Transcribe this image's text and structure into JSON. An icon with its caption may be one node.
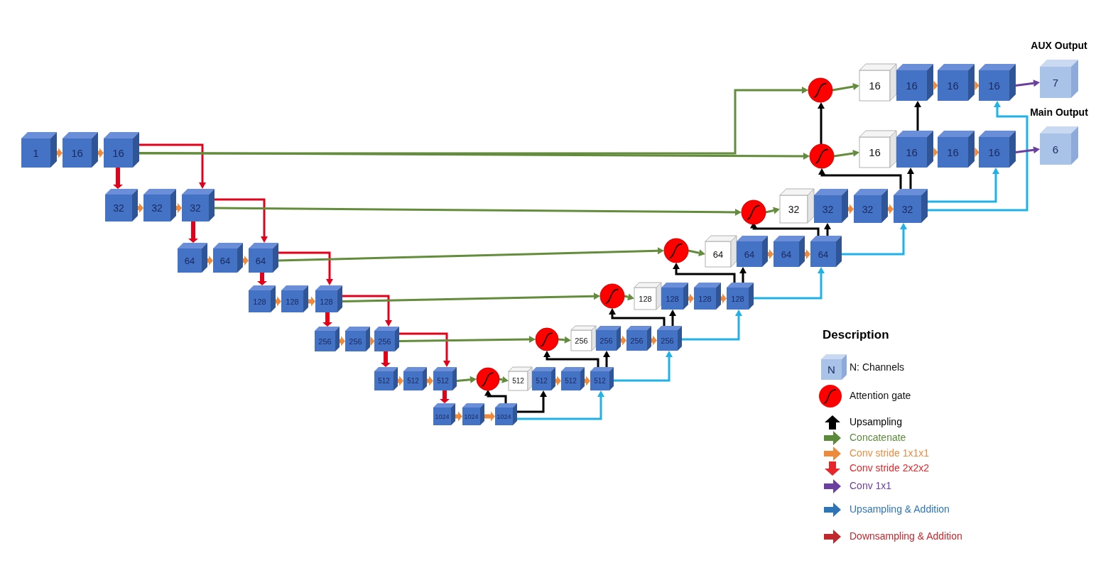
{
  "diagram": {
    "nodes": [
      {
        "text": [
          "1"
        ]
      },
      {
        "text": [
          "16"
        ]
      },
      {
        "text": [
          "16"
        ]
      },
      {
        "text": [
          "32"
        ]
      },
      {
        "text": [
          "32"
        ]
      },
      {
        "text": [
          "32"
        ]
      },
      {
        "text": [
          "64"
        ]
      },
      {
        "text": [
          "64"
        ]
      },
      {
        "text": [
          "64"
        ]
      },
      {
        "text": [
          "128"
        ]
      },
      {
        "text": [
          "128"
        ]
      },
      {
        "text": [
          "128"
        ]
      },
      {
        "text": [
          "256"
        ]
      },
      {
        "text": [
          "256"
        ]
      },
      {
        "text": [
          "256"
        ]
      },
      {
        "text": [
          "512"
        ]
      },
      {
        "text": [
          "512"
        ]
      },
      {
        "text": [
          "512"
        ]
      },
      {
        "text": [
          "1024"
        ]
      },
      {
        "text": [
          "1024"
        ]
      },
      {
        "text": [
          "1024"
        ]
      },
      {
        "text": [],
        "shape": "circle"
      },
      {
        "text": [
          "512"
        ]
      },
      {
        "text": [
          "512"
        ]
      },
      {
        "text": [
          "512"
        ]
      },
      {
        "text": [
          "512"
        ]
      },
      {
        "text": [],
        "shape": "circle"
      },
      {
        "text": [
          "256"
        ]
      },
      {
        "text": [
          "256"
        ]
      },
      {
        "text": [
          "256"
        ]
      },
      {
        "text": [
          "256"
        ]
      },
      {
        "text": [],
        "shape": "circle"
      },
      {
        "text": [
          "128"
        ]
      },
      {
        "text": [
          "128"
        ]
      },
      {
        "text": [
          "128"
        ]
      },
      {
        "text": [
          "128"
        ]
      },
      {
        "text": [],
        "shape": "circle"
      },
      {
        "text": [
          "64"
        ]
      },
      {
        "text": [
          "64"
        ]
      },
      {
        "text": [
          "64"
        ]
      },
      {
        "text": [
          "64"
        ]
      },
      {
        "text": [],
        "shape": "circle"
      },
      {
        "text": [
          "32"
        ]
      },
      {
        "text": [
          "32"
        ]
      },
      {
        "text": [
          "32"
        ]
      },
      {
        "text": [
          "32"
        ]
      },
      {
        "text": [],
        "shape": "circle"
      },
      {
        "text": [
          "16"
        ]
      },
      {
        "text": [
          "16"
        ]
      },
      {
        "text": [
          "16"
        ]
      },
      {
        "text": [
          "16"
        ]
      },
      {
        "text": [],
        "shape": "circle"
      },
      {
        "text": [
          "16"
        ]
      },
      {
        "text": [
          "16"
        ]
      },
      {
        "text": [
          "16"
        ]
      },
      {
        "text": [
          "16"
        ]
      },
      {
        "text": [
          "7"
        ],
        "beside": [
          "AUX Output"
        ]
      },
      {
        "text": [
          "6"
        ],
        "beside": [
          "Main Output"
        ]
      }
    ],
    "edges": [
      {
        "from": 0,
        "to": 1,
        "arrow": "to",
        "style": "thick"
      },
      {
        "from": 1,
        "to": 2,
        "arrow": "to",
        "style": "thick"
      },
      {
        "from": 3,
        "to": 4,
        "arrow": "to",
        "style": "thick"
      },
      {
        "from": 4,
        "to": 5,
        "arrow": "to",
        "style": "thick"
      },
      {
        "from": 6,
        "to": 7,
        "arrow": "to",
        "style": "thick"
      },
      {
        "from": 7,
        "to": 8,
        "arrow": "to",
        "style": "thick"
      },
      {
        "from": 9,
        "to": 10,
        "arrow": "to",
        "style": "thick"
      },
      {
        "from": 10,
        "to": 11,
        "arrow": "to",
        "style": "thick"
      },
      {
        "from": 12,
        "to": 13,
        "arrow": "to",
        "style": "thick"
      },
      {
        "from": 13,
        "to": 14,
        "arrow": "to",
        "style": "thick"
      },
      {
        "from": 15,
        "to": 16,
        "arrow": "to",
        "style": "thick"
      },
      {
        "from": 16,
        "to": 17,
        "arrow": "to",
        "style": "thick"
      },
      {
        "from": 18,
        "to": 19,
        "arrow": "to",
        "style": "thick"
      },
      {
        "from": 19,
        "to": 20,
        "arrow": "to",
        "style": "thick"
      },
      {
        "from": 23,
        "to": 24,
        "arrow": "to",
        "style": "thick"
      },
      {
        "from": 24,
        "to": 25,
        "arrow": "to",
        "style": "thick"
      },
      {
        "from": 28,
        "to": 29,
        "arrow": "to",
        "style": "thick"
      },
      {
        "from": 29,
        "to": 30,
        "arrow": "to",
        "style": "thick"
      },
      {
        "from": 33,
        "to": 34,
        "arrow": "to",
        "style": "thick"
      },
      {
        "from": 34,
        "to": 35,
        "arrow": "to",
        "style": "thick"
      },
      {
        "from": 38,
        "to": 39,
        "arrow": "to",
        "style": "thick"
      },
      {
        "from": 39,
        "to": 40,
        "arrow": "to",
        "style": "thick"
      },
      {
        "from": 43,
        "to": 44,
        "arrow": "to",
        "style": "thick"
      },
      {
        "from": 44,
        "to": 45,
        "arrow": "to",
        "style": "thick"
      },
      {
        "from": 48,
        "to": 49,
        "arrow": "to",
        "style": "thick"
      },
      {
        "from": 49,
        "to": 50,
        "arrow": "to",
        "style": "thick"
      },
      {
        "from": 53,
        "to": 54,
        "arrow": "to",
        "style": "thick"
      },
      {
        "from": 54,
        "to": 55,
        "arrow": "to",
        "style": "thick"
      },
      {
        "from": 2,
        "to": 3,
        "arrow": "to",
        "style": "thick",
        "color": "#e3001b"
      },
      {
        "from": 5,
        "to": 6,
        "arrow": "to",
        "style": "thick",
        "color": "#e3001b"
      },
      {
        "from": 8,
        "to": 9,
        "arrow": "to",
        "style": "thick",
        "color": "#e3001b"
      },
      {
        "from": 11,
        "to": 12,
        "arrow": "to",
        "style": "thick",
        "color": "#e3001b"
      },
      {
        "from": 14,
        "to": 15,
        "arrow": "to",
        "style": "thick",
        "color": "#e3001b"
      },
      {
        "from": 17,
        "to": 18,
        "arrow": "to",
        "style": "thick",
        "color": "#e3001b"
      },
      {
        "from": 2,
        "to": 5,
        "arrow": "to",
        "color": "#e3001b"
      },
      {
        "from": 5,
        "to": 8,
        "arrow": "to",
        "color": "#e3001b"
      },
      {
        "from": 8,
        "to": 11,
        "arrow": "to",
        "color": "#e3001b"
      },
      {
        "from": 11,
        "to": 14,
        "arrow": "to",
        "color": "#e3001b"
      },
      {
        "from": 14,
        "to": 17,
        "arrow": "to",
        "color": "#e3001b"
      },
      {
        "from": 2,
        "to": 46,
        "arrow": "to",
        "color": "#638c3c"
      },
      {
        "from": 2,
        "to": 51,
        "arrow": "to",
        "color": "#638c3c"
      },
      {
        "from": 5,
        "to": 41,
        "arrow": "to",
        "color": "#638c3c"
      },
      {
        "from": 8,
        "to": 36,
        "arrow": "to",
        "color": "#638c3c"
      },
      {
        "from": 11,
        "to": 31,
        "arrow": "to",
        "color": "#638c3c"
      },
      {
        "from": 14,
        "to": 26,
        "arrow": "to",
        "color": "#638c3c"
      },
      {
        "from": 17,
        "to": 21,
        "arrow": "to",
        "color": "#638c3c"
      },
      {
        "from": 21,
        "to": 22,
        "arrow": "to",
        "color": "#638c3c"
      },
      {
        "from": 26,
        "to": 27,
        "arrow": "to",
        "color": "#638c3c"
      },
      {
        "from": 31,
        "to": 32,
        "arrow": "to",
        "color": "#638c3c"
      },
      {
        "from": 36,
        "to": 37,
        "arrow": "to",
        "color": "#638c3c"
      },
      {
        "from": 41,
        "to": 42,
        "arrow": "to",
        "color": "#638c3c"
      },
      {
        "from": 46,
        "to": 47,
        "arrow": "to",
        "color": "#638c3c"
      },
      {
        "from": 51,
        "to": 52,
        "arrow": "to",
        "color": "#638c3c"
      },
      {
        "from": 20,
        "to": 21,
        "arrow": "to",
        "color": "#000000"
      },
      {
        "from": 20,
        "to": 23,
        "arrow": "to",
        "color": "#000000"
      },
      {
        "from": 25,
        "to": 26,
        "arrow": "to",
        "color": "#000000"
      },
      {
        "from": 25,
        "to": 28,
        "arrow": "to",
        "color": "#000000"
      },
      {
        "from": 30,
        "to": 31,
        "arrow": "to",
        "color": "#000000"
      },
      {
        "from": 30,
        "to": 33,
        "arrow": "to",
        "color": "#000000"
      },
      {
        "from": 35,
        "to": 36,
        "arrow": "to",
        "color": "#000000"
      },
      {
        "from": 35,
        "to": 38,
        "arrow": "to",
        "color": "#000000"
      },
      {
        "from": 40,
        "to": 41,
        "arrow": "to",
        "color": "#000000"
      },
      {
        "from": 40,
        "to": 43,
        "arrow": "to",
        "color": "#000000"
      },
      {
        "from": 45,
        "to": 46,
        "arrow": "to",
        "color": "#000000"
      },
      {
        "from": 45,
        "to": 48,
        "arrow": "to",
        "color": "#000000"
      },
      {
        "from": 48,
        "to": 53,
        "arrow": "to",
        "color": "#000000"
      },
      {
        "from": 46,
        "to": 51,
        "arrow": "to",
        "color": "#000000"
      },
      {
        "from": 20,
        "to": 25,
        "arrow": "to",
        "color": "#1fb1e8"
      },
      {
        "from": 25,
        "to": 30,
        "arrow": "to",
        "color": "#1fb1e8"
      },
      {
        "from": 30,
        "to": 35,
        "arrow": "to",
        "color": "#1fb1e8"
      },
      {
        "from": 35,
        "to": 40,
        "arrow": "to",
        "color": "#1fb1e8"
      },
      {
        "from": 40,
        "to": 45,
        "arrow": "to",
        "color": "#1fb1e8"
      },
      {
        "from": 45,
        "to": 50,
        "arrow": "to",
        "color": "#1fb1e8"
      },
      {
        "from": 45,
        "to": 55,
        "arrow": "to",
        "color": "#1fb1e8"
      },
      {
        "from": 55,
        "to": 56,
        "arrow": "to",
        "color": "#6b3fa0"
      },
      {
        "from": 50,
        "to": 57,
        "arrow": "to",
        "color": "#6b3fa0"
      }
    ],
    "labels": [
      "Description",
      "N"
    ],
    "legend": [
      {
        "text": "N: Channels"
      },
      {
        "text": "Attention gate"
      },
      {
        "text": "Upsampling",
        "color": "#000000"
      },
      {
        "text": "Concatenate",
        "color": "#5b8a3a"
      },
      {
        "text": "Conv stride 1x1x1",
        "color": "#ee8a3c"
      },
      {
        "text": "Conv stride 2x2x2",
        "color": "#e8262a"
      },
      {
        "text": "Conv 1x1",
        "color": "#6b3fa0"
      },
      {
        "text": "Upsampling & Addition",
        "color": "#2e75b6"
      },
      {
        "text": "Downsampling & Addition",
        "color": "#c0282d"
      }
    ]
  }
}
